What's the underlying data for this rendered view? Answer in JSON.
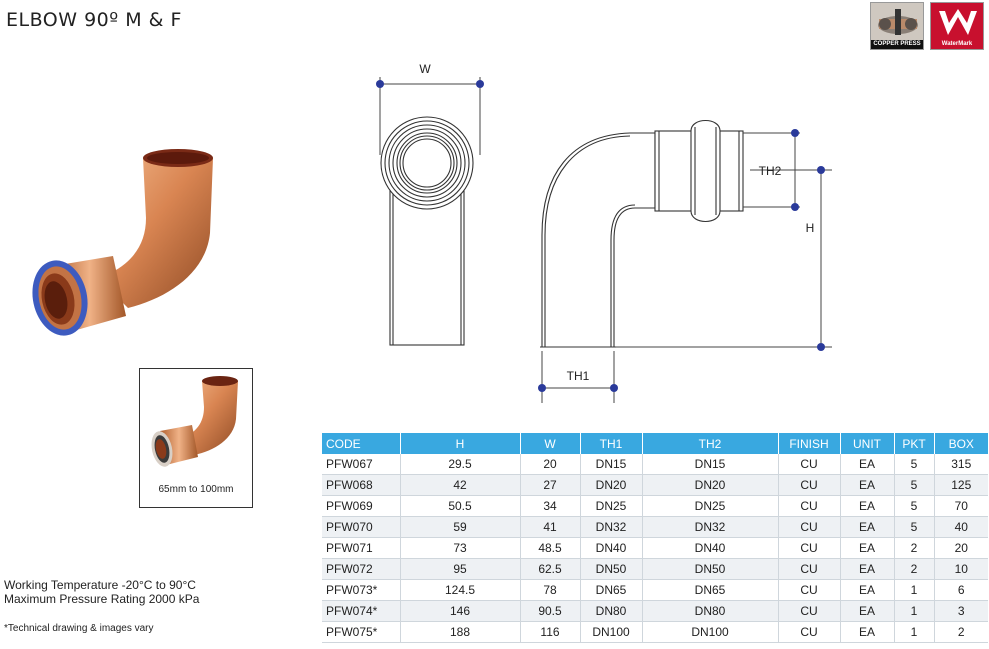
{
  "page": {
    "title": "ELBOW 90º M & F"
  },
  "logos": {
    "copper_press_caption": "COPPER PRESS",
    "watermark_caption": "WaterMark",
    "watermark_color": "#c8102e"
  },
  "photo": {
    "caption": "65mm to 100mm"
  },
  "drawing": {
    "labels": {
      "w": "W",
      "th2": "TH2",
      "h": "H",
      "th1": "TH1"
    },
    "dim_color": "#2a3a9a"
  },
  "specs": {
    "working_temperature": "Working Temperature  -20°C to 90°C",
    "max_pressure": "Maximum Pressure Rating  2000 kPa",
    "note": "*Technical drawing & images vary"
  },
  "table": {
    "header_color": "#39a8e0",
    "columns": [
      "CODE",
      "H",
      "W",
      "TH1",
      "TH2",
      "FINISH",
      "UNIT",
      "PKT",
      "BOX"
    ],
    "rows": [
      [
        "PFW067",
        "29.5",
        "20",
        "DN15",
        "DN15",
        "CU",
        "EA",
        "5",
        "315"
      ],
      [
        "PFW068",
        "42",
        "27",
        "DN20",
        "DN20",
        "CU",
        "EA",
        "5",
        "125"
      ],
      [
        "PFW069",
        "50.5",
        "34",
        "DN25",
        "DN25",
        "CU",
        "EA",
        "5",
        "70"
      ],
      [
        "PFW070",
        "59",
        "41",
        "DN32",
        "DN32",
        "CU",
        "EA",
        "5",
        "40"
      ],
      [
        "PFW071",
        "73",
        "48.5",
        "DN40",
        "DN40",
        "CU",
        "EA",
        "2",
        "20"
      ],
      [
        "PFW072",
        "95",
        "62.5",
        "DN50",
        "DN50",
        "CU",
        "EA",
        "2",
        "10"
      ],
      [
        "PFW073*",
        "124.5",
        "78",
        "DN65",
        "DN65",
        "CU",
        "EA",
        "1",
        "6"
      ],
      [
        "PFW074*",
        "146",
        "90.5",
        "DN80",
        "DN80",
        "CU",
        "EA",
        "1",
        "3"
      ],
      [
        "PFW075*",
        "188",
        "116",
        "DN100",
        "DN100",
        "CU",
        "EA",
        "1",
        "2"
      ]
    ]
  }
}
